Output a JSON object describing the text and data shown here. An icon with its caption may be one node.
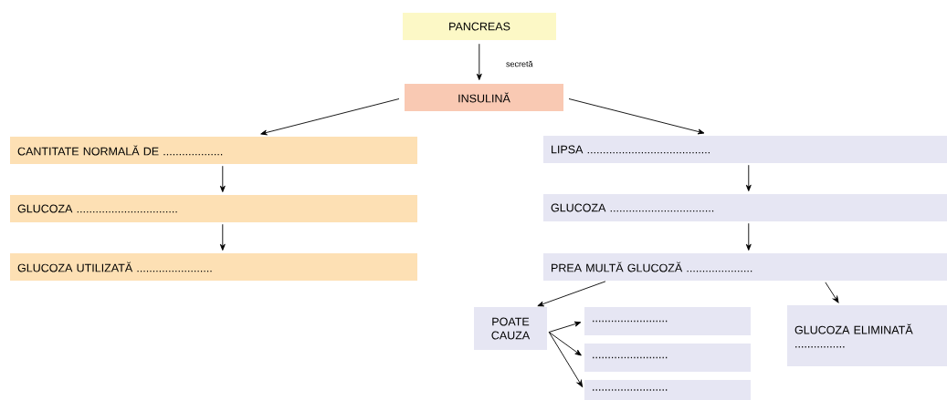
{
  "diagram": {
    "nodes": [
      {
        "text": [
          "PANCREAS"
        ]
      },
      {
        "text": [
          "INSULINĂ"
        ]
      },
      {
        "text": [
          "CANTITATE NORMALĂ DE ..................."
        ]
      },
      {
        "text": [
          "GLUCOZA ................................"
        ]
      },
      {
        "text": [
          "GLUCOZA UTILIZATĂ ........................"
        ]
      },
      {
        "text": [
          "LIPSA ......................................."
        ]
      },
      {
        "text": [
          "GLUCOZA ................................."
        ]
      },
      {
        "text": [
          "PREA MULTĂ GLUCOZĂ ....................."
        ]
      },
      {
        "text": [
          "POATE CAUZA"
        ]
      },
      {
        "text": [
          "........................"
        ]
      },
      {
        "text": [
          "........................"
        ]
      },
      {
        "text": [
          "........................"
        ]
      },
      {
        "text": [
          "GLUCOZA ELIMINATĂ ................"
        ]
      }
    ],
    "edges": [
      {
        "from": 0,
        "to": 1,
        "arrow": "to",
        "label": "secretă"
      },
      {
        "from": 1,
        "to": 2,
        "arrow": "to"
      },
      {
        "from": 1,
        "to": 5,
        "arrow": "to"
      },
      {
        "from": 2,
        "to": 3,
        "arrow": "to"
      },
      {
        "from": 3,
        "to": 4,
        "arrow": "to"
      },
      {
        "from": 5,
        "to": 6,
        "arrow": "to"
      },
      {
        "from": 6,
        "to": 7,
        "arrow": "to"
      },
      {
        "from": 7,
        "to": 8,
        "arrow": "to"
      },
      {
        "from": 7,
        "to": 12,
        "arrow": "to"
      },
      {
        "from": 8,
        "to": 9,
        "arrow": "to"
      },
      {
        "from": 8,
        "to": 10,
        "arrow": "to"
      },
      {
        "from": 8,
        "to": 11,
        "arrow": "to"
      }
    ]
  }
}
